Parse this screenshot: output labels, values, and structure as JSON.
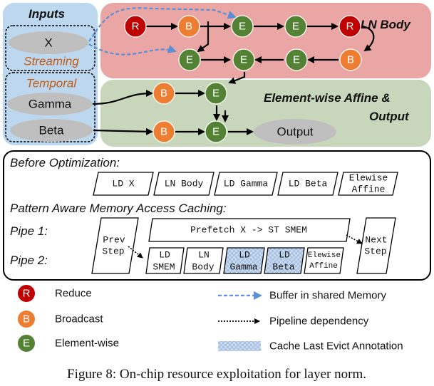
{
  "sections": {
    "inputs": "Inputs",
    "ln_body": "LN Body",
    "affine_line1": "Element-wise Affine &",
    "affine_line2": "Output"
  },
  "inputs": {
    "x": "X",
    "streaming": "Streaming",
    "temporal": "Temporal",
    "gamma": "Gamma",
    "beta": "Beta"
  },
  "nodes": {
    "reduce": "R",
    "broadcast": "B",
    "elementwise": "E"
  },
  "output": "Output",
  "before_optimization": {
    "title": "Before Optimization:",
    "boxes": [
      "LD X",
      "LN Body",
      "LD Gamma",
      "LD Beta",
      "Elewise",
      "Affine"
    ]
  },
  "pattern_title": "Pattern Aware Memory Access Caching:",
  "pipe1": {
    "label": "Pipe 1:",
    "prev_step": [
      "Prev",
      "Step"
    ],
    "prefetch": "Prefetch X -> ST SMEM",
    "next_step": [
      "Next",
      "Step"
    ]
  },
  "pipe2": {
    "label": "Pipe 2:",
    "boxes": [
      [
        "LD",
        "SMEM"
      ],
      [
        "LN",
        "Body"
      ],
      [
        "LD",
        "Gamma"
      ],
      [
        "LD",
        "Beta"
      ],
      [
        "Elewise",
        "Affine"
      ]
    ]
  },
  "legend": {
    "reduce": "Reduce",
    "broadcast": "Broadcast",
    "elementwise": "Element-wise",
    "buffer": "Buffer in shared Memory",
    "pipeline_dep": "Pipeline dependency",
    "cache_evict": "Cache Last Evict Annotation"
  },
  "caption": "Figure 8: On-chip resource exploitation for layer norm.",
  "colors": {
    "reduce": "#c00000",
    "broadcast": "#ed7d31",
    "elementwise": "#548235",
    "inputs_bg": "#bdd7ee",
    "ln_bg": "#eaa5a5",
    "affine_bg": "#c8d7bc",
    "oval": "#bfbfbf",
    "buffer_arrow": "#5b8fd6"
  }
}
